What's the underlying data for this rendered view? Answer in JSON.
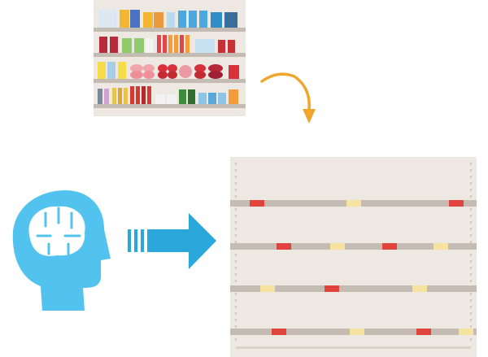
{
  "scene": {
    "stocked_shelf": {
      "icon": "stocked-store-shelf-icon",
      "rows": [
        {
          "products": [
            "water-bottles",
            "cereal-boxes",
            "yogurt-cups",
            "canned-goods",
            "canned-fish"
          ]
        },
        {
          "products": [
            "juice-cartons",
            "milk-cartons",
            "soda-bottles",
            "yogurt-packs",
            "spread-jars"
          ]
        },
        {
          "products": [
            "juice-boxes",
            "sliced-meats",
            "sausages",
            "candy-packs",
            "snack-boxes"
          ]
        },
        {
          "products": [
            "sauce-bottles",
            "spice-jars",
            "condiments",
            "canned-vegetables",
            "jar-goods"
          ]
        }
      ]
    },
    "arrows": {
      "curved_arrow_icon": "curved-arrow-icon",
      "curved_arrow_color": "#f0a52c",
      "right_arrow_icon": "right-arrow-icon",
      "right_arrow_color": "#2aa8dc"
    },
    "head": {
      "icon": "head-with-brain-icon",
      "color": "#52c3ee"
    },
    "empty_shelf": {
      "icon": "empty-store-shelf-icon",
      "levels": 4,
      "tag_colors": {
        "red": "#e0443c",
        "yellow": "#f6e3a0"
      }
    }
  }
}
